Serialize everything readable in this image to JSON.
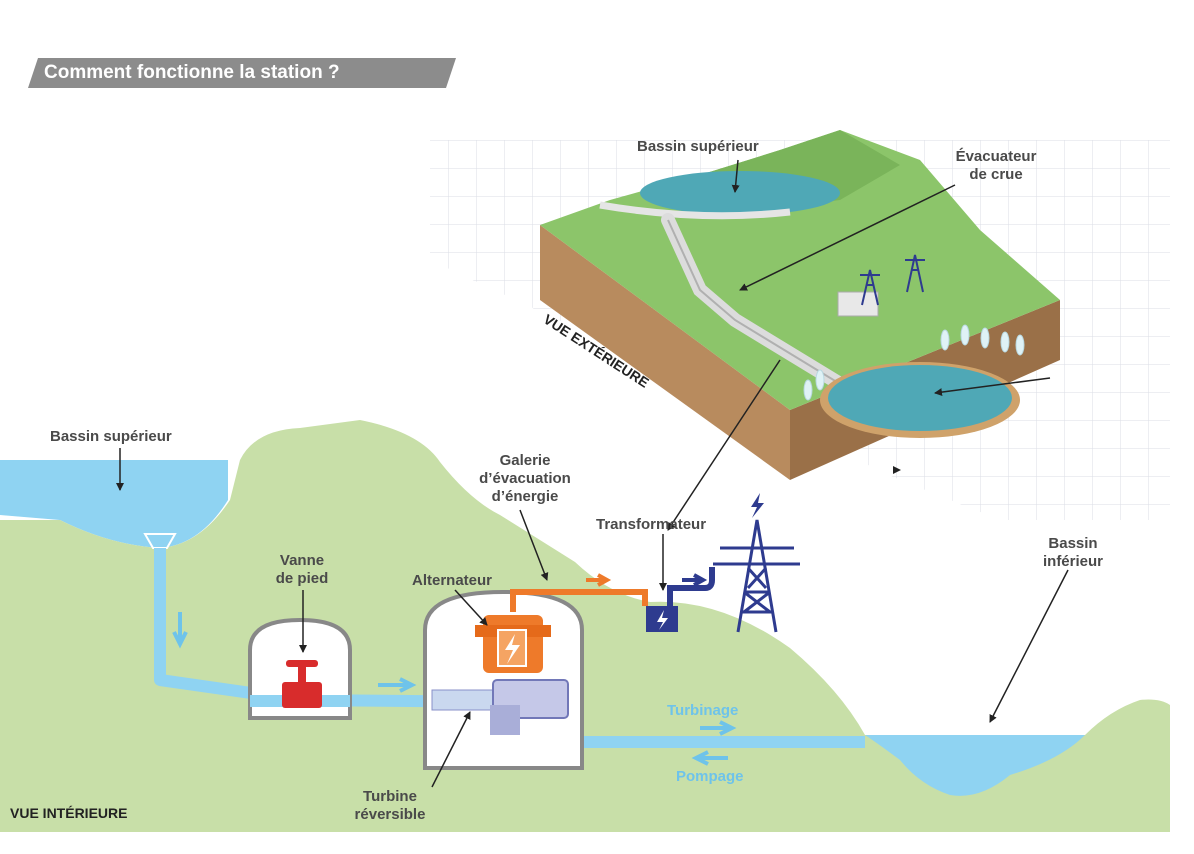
{
  "title": "Comment fonctionne la station ?",
  "exterior": {
    "view_label": "VUE EXTÉRIEURE",
    "upper_basin": "Bassin supérieur",
    "spillway_line1": "Évacuateur",
    "spillway_line2": "de crue"
  },
  "interior": {
    "view_label": "VUE INTÉRIEURE",
    "upper_basin": "Bassin supérieur",
    "valve_line1": "Vanne",
    "valve_line2": "de pied",
    "alternator": "Alternateur",
    "gallery_line1": "Galerie",
    "gallery_line2": "d’évacuation",
    "gallery_line3": "d’énergie",
    "transformer": "Transformateur",
    "lower_basin_line1": "Bassin",
    "lower_basin_line2": "inférieur",
    "turbine_line1": "Turbine",
    "turbine_line2": "réversible",
    "flow_turbining": "Turbinage",
    "flow_pumping": "Pompage"
  },
  "colors": {
    "water": "#8fd3f2",
    "water_dark": "#5fb8e0",
    "ground": "#c8dfa8",
    "ground_3d": "#8cc56a",
    "title_bg": "#8c8c8c",
    "electric_orange": "#ee7a2a",
    "electric_navy": "#2e3b8f",
    "valve_red": "#d82c2c"
  }
}
